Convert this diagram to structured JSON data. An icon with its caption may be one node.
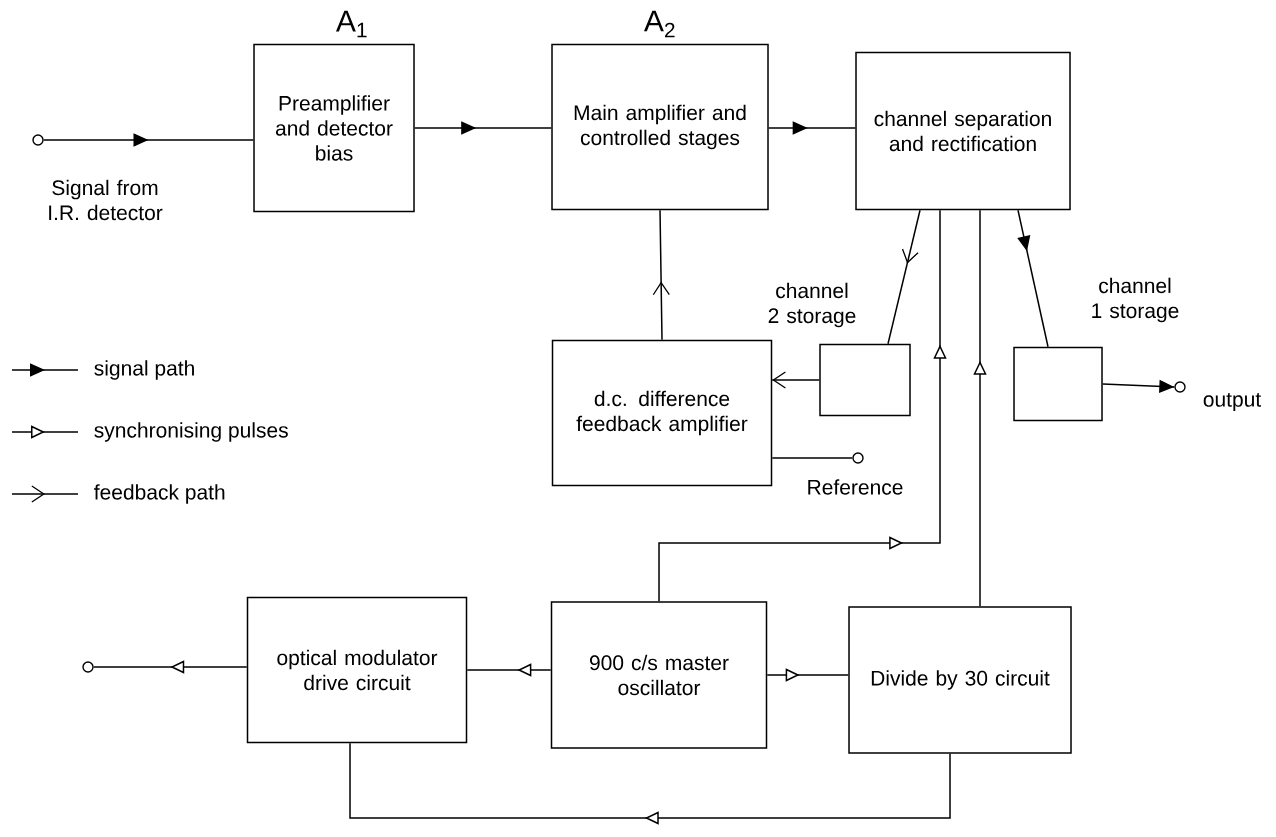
{
  "diagram": {
    "nodes": [
      {
        "text": [
          "A$_{1}$",
          "Preamplifier and detector bias"
        ]
      },
      {
        "text": [
          "A$_{2}$",
          "Main amplifier and controlled stages"
        ]
      },
      {
        "text": [
          "channel separation and rectification"
        ]
      },
      {
        "text": [
          "d.c. difference feedback amplifier"
        ]
      },
      {
        "text": [],
        "shape": "box",
        "beside": [
          "channel 2 storage"
        ]
      },
      {
        "text": [],
        "shape": "box",
        "beside": [
          "channel 1 storage"
        ]
      },
      {
        "text": [],
        "shape": "circle",
        "beside": [
          "Reference"
        ]
      },
      {
        "text": [],
        "shape": "circle",
        "beside": [
          "Signal from I.R. detector"
        ]
      },
      {
        "text": [],
        "shape": "circle",
        "beside": [
          "output"
        ]
      },
      {
        "text": [
          "optical modulator drive circuit"
        ]
      },
      {
        "text": [
          "900 c/s master oscillator"
        ]
      },
      {
        "text": [
          "Divide by 30 circuit"
        ]
      },
      {
        "text": [],
        "shape": "circle"
      }
    ],
    "edges": [
      {
        "from": 7,
        "to": 0,
        "arrow": "to"
      },
      {
        "from": 0,
        "to": 1,
        "arrow": "to"
      },
      {
        "from": 1,
        "to": 2,
        "arrow": "to"
      },
      {
        "from": 2,
        "to": 4,
        "arrow": "to"
      },
      {
        "from": 2,
        "to": 5,
        "arrow": "to"
      },
      {
        "from": 5,
        "to": 8,
        "arrow": "to"
      },
      {
        "from": 4,
        "to": 3,
        "arrow": "to"
      },
      {
        "from": 3,
        "to": 1,
        "arrow": "to"
      },
      {
        "from": 3,
        "to": 6,
        "arrow": "none"
      },
      {
        "from": 10,
        "to": 2,
        "arrow": "to"
      },
      {
        "from": 11,
        "to": 2,
        "arrow": "to"
      },
      {
        "from": 10,
        "to": 9,
        "arrow": "to"
      },
      {
        "from": 10,
        "to": 11,
        "arrow": "to"
      },
      {
        "from": 9,
        "to": 12,
        "arrow": "to"
      },
      {
        "from": 11,
        "to": 9,
        "arrow": "to"
      }
    ],
    "legend": [
      {
        "text": "signal path"
      },
      {
        "text": "synchronising pulses"
      },
      {
        "text": "feedback path"
      }
    ]
  }
}
